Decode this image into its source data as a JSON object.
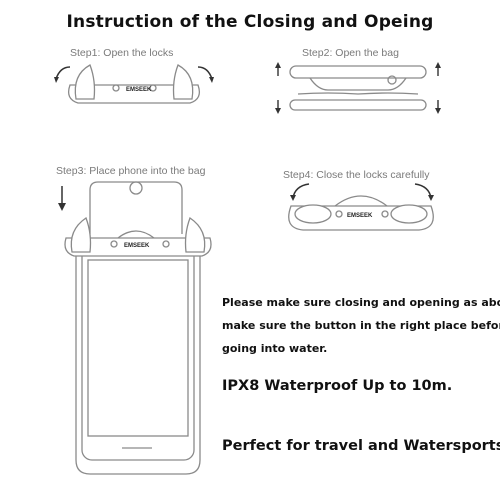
{
  "title": "Instruction of the Closing and Opeing",
  "steps": [
    {
      "label": "Step1:  Open the locks"
    },
    {
      "label": "Step2:  Open the bag"
    },
    {
      "label": "Step3:  Place phone into the bag"
    },
    {
      "label": "Step4:  Close the locks carefully"
    }
  ],
  "brand": "EMSEEK",
  "notes": {
    "line1": "Please make sure closing and opening as above",
    "line2": "make sure the button in the right place before",
    "line3": "going into water."
  },
  "features": {
    "waterproof": "IPX8 Waterproof Up to 10m.",
    "usage": "Perfect for travel and Watersports."
  },
  "colors": {
    "outline": "#8a8a8a",
    "text": "#111111",
    "label": "#7a7a7a"
  }
}
